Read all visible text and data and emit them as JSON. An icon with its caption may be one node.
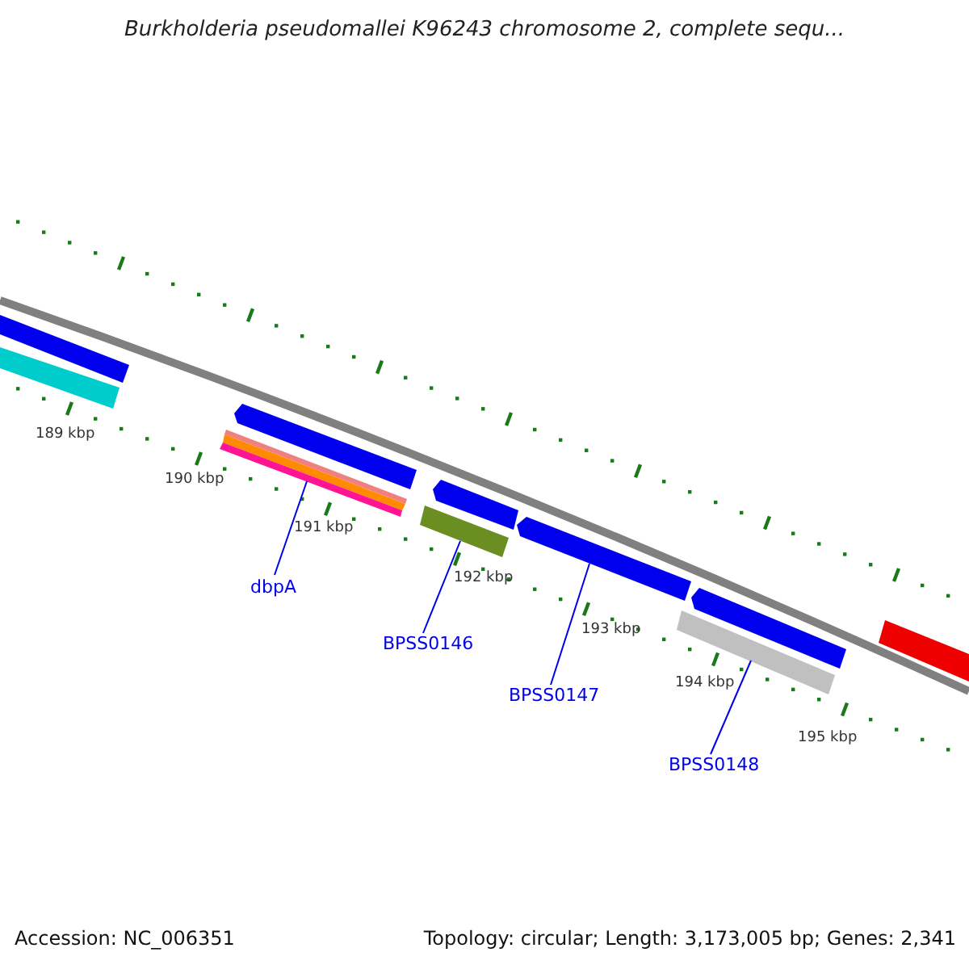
{
  "diagram": {
    "title": "Burkholderia pseudomallei K96243 chromosome 2, complete sequ...",
    "nodes": [
      {
        "text": [
          "dbpA"
        ]
      },
      {
        "text": [],
        "shape": "bar"
      },
      {
        "text": [
          "BPSS0146"
        ]
      },
      {
        "text": [],
        "shape": "bar"
      },
      {
        "text": [
          "BPSS0147"
        ]
      },
      {
        "text": [],
        "shape": "bar"
      },
      {
        "text": [
          "BPSS0148"
        ]
      },
      {
        "text": [],
        "shape": "bar"
      },
      {
        "text": [],
        "shape": "bar"
      },
      {
        "text": [],
        "shape": "bar"
      },
      {
        "text": [],
        "shape": "bar"
      },
      {
        "text": [],
        "shape": "bar"
      },
      {
        "text": [],
        "shape": "bar"
      },
      {
        "text": [],
        "shape": "bar"
      }
    ],
    "edges": [
      {
        "from": 0,
        "to": 1,
        "arrow": "none"
      },
      {
        "from": 2,
        "to": 3,
        "arrow": "none"
      },
      {
        "from": 4,
        "to": 5,
        "arrow": "none"
      },
      {
        "from": 6,
        "to": 7,
        "arrow": "none"
      }
    ],
    "labels": [
      "189 kbp",
      "190 kbp",
      "191 kbp",
      "192 kbp",
      "193 kbp",
      "194 kbp",
      "195 kbp",
      "Accession: NC_006351",
      "Topology: circular; Length: 3,173,005 bp; Genes: 2,341"
    ]
  }
}
